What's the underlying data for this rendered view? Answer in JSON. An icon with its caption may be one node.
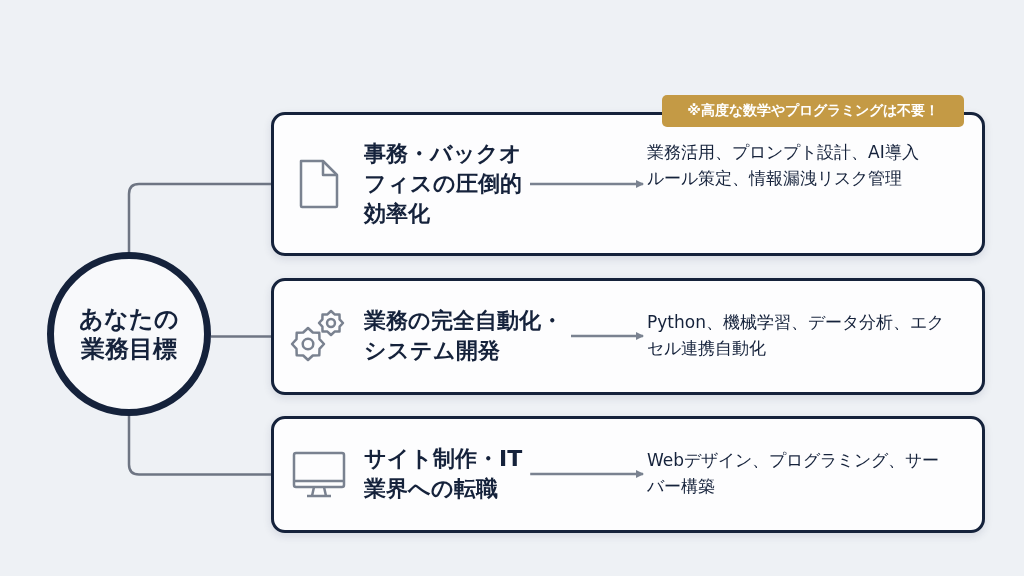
{
  "diagram": {
    "nodes": [
      {
        "text": [
          "あなたの業務目標"
        ]
      },
      {
        "text": [],
        "shape": "box"
      },
      {
        "text": [
          "※高度な数学やプログラミングは不要！"
        ]
      },
      {
        "text": [
          "事務・バックオフィスの圧倒的効率化"
        ],
        "in": 1
      },
      {
        "text": [
          "業務活用、プロンプト設計、AI導入ルール策定、情報漏洩リスク管理"
        ],
        "in": 1
      },
      {
        "text": [],
        "shape": "box"
      },
      {
        "text": [
          "業務の完全自動化・システム開発"
        ],
        "in": 5
      },
      {
        "text": [
          "Python、機械学習、データ分析、エクセル連携自動化"
        ],
        "in": 5
      },
      {
        "text": [],
        "shape": "box"
      },
      {
        "text": [
          "サイト制作・IT業界への転職"
        ],
        "in": 8
      },
      {
        "text": [
          "Webデザイン、プログラミング、サーバー構築"
        ],
        "in": 8
      }
    ],
    "edges": [
      {
        "from": 0,
        "to": 1,
        "arrow": "none"
      },
      {
        "from": 0,
        "to": 5,
        "arrow": "none"
      },
      {
        "from": 0,
        "to": 8,
        "arrow": "none"
      },
      {
        "from": 3,
        "to": 4,
        "arrow": "to"
      },
      {
        "from": 6,
        "to": 7,
        "arrow": "to"
      },
      {
        "from": 9,
        "to": 10,
        "arrow": "to"
      }
    ]
  }
}
